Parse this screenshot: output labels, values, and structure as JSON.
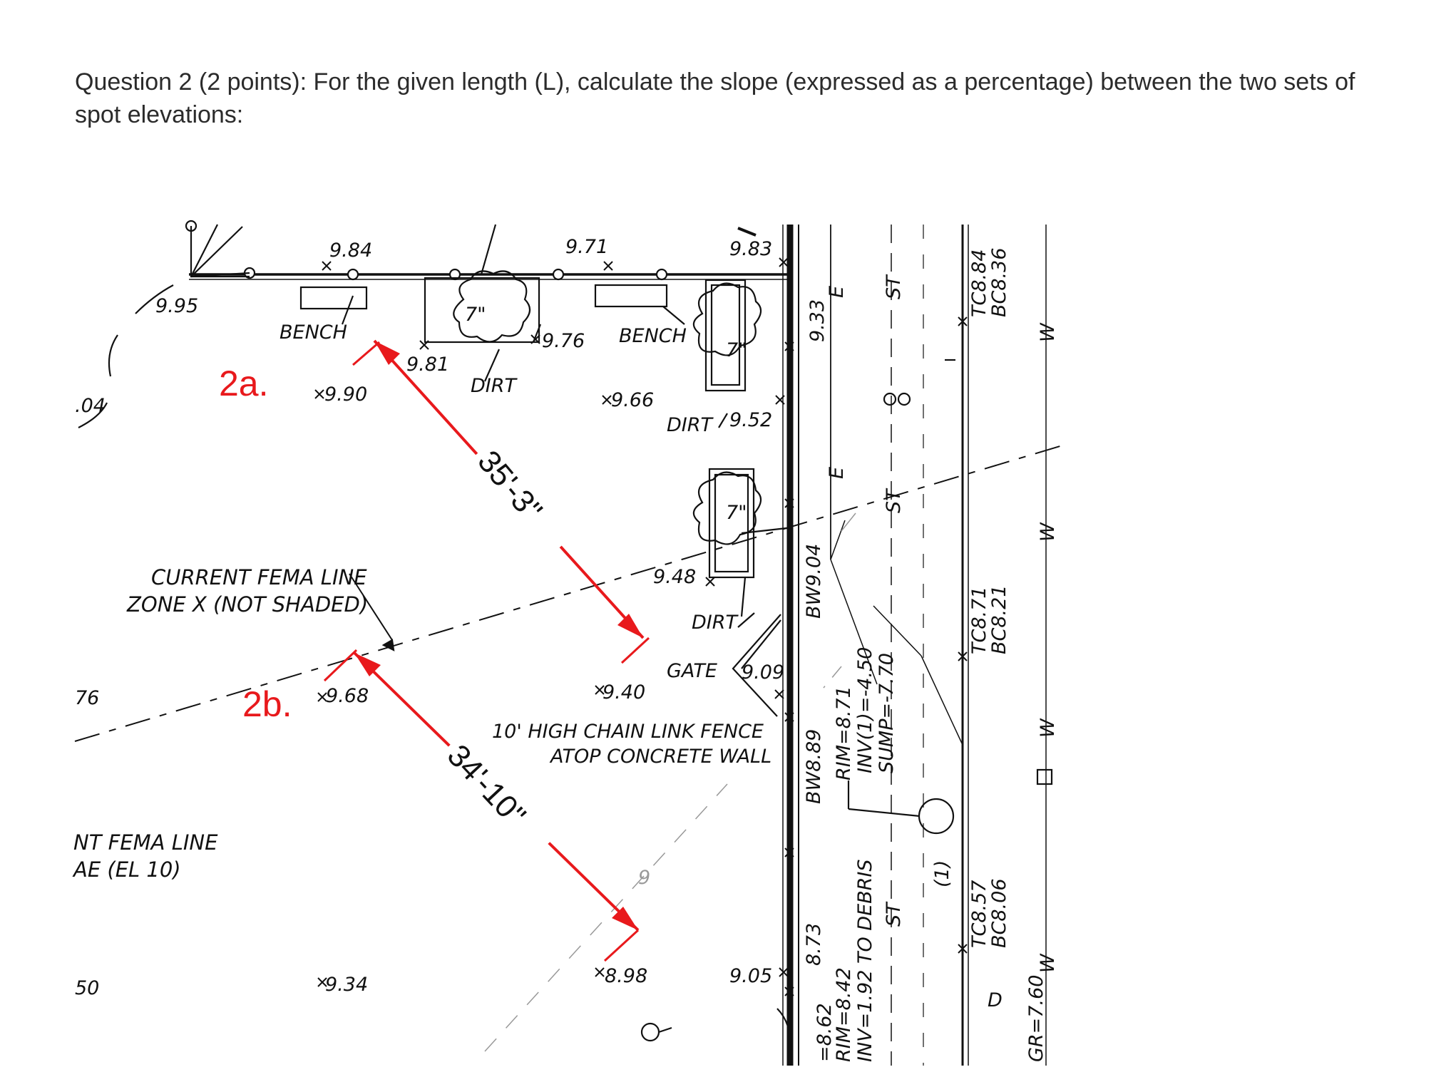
{
  "question": {
    "line1": "Question 2 (2 points):  For the given length (L), calculate the slope (expressed as a percentage) between the two sets of",
    "line2": "spot elevations:"
  },
  "plan": {
    "spot_elevations": {
      "e995": "9.95",
      "e984": "9.84",
      "e971": "9.71",
      "e983": "9.83",
      "e976": "9.76",
      "e981": "9.81",
      "e990": "9.90",
      "e966": "9.66",
      "e952": "9.52",
      "e948": "9.48",
      "e940": "9.40",
      "e968": "9.68",
      "e909": "9.09",
      "e934": "9.34",
      "e898": "8.98",
      "e905": "9.05",
      "e933": "9.33",
      "edge04": ".04",
      "edge76": "76",
      "edge50": "50"
    },
    "trees": {
      "t1": "7\"",
      "t2": "7\"",
      "t3": "7\""
    },
    "labels": {
      "bench1": "BENCH",
      "bench2": "BENCH",
      "dirt1": "DIRT",
      "dirt2": "DIRT",
      "dirt3": "DIRT",
      "fema_current_1": "CURRENT FEMA LINE",
      "fema_current_2": "ZONE X (NOT SHADED)",
      "fema_edge_1": "NT FEMA LINE",
      "fema_edge_2": "AE (EL 10)",
      "gate": "GATE",
      "fence_1": "10' HIGH CHAIN LINK FENCE",
      "fence_2": "ATOP CONCRETE WALL",
      "contour9": "9"
    },
    "utilities": {
      "bw904": "BW9.04",
      "bw889": "BW8.89",
      "e873": "8.73",
      "e862": "=8.62",
      "rim871": "RIM=8.71",
      "inv1": "INV(1)=-4.50",
      "sump": "SUMP=-7.70",
      "rim842": "RIM=8.42",
      "inv192": "INV=1.92  TO DEBRIS",
      "tc884": "TC8.84",
      "bc836": "BC8.36",
      "tc871": "TC8.71",
      "bc821": "BC8.21",
      "tc857": "TC8.57",
      "bc806": "BC8.06",
      "gr760": "GR=7.60",
      "e_mark": "E",
      "st_mark": "ST",
      "w_mark": "W",
      "d_mark": "D",
      "one": "(1)"
    },
    "callouts": {
      "a_label": "2a.",
      "a_length": "35'-3\"",
      "b_label": "2b.",
      "b_length": "34'-10\""
    },
    "colors": {
      "callout": "#e8191c",
      "linework": "#111111",
      "text": "#2b2b2b"
    }
  }
}
